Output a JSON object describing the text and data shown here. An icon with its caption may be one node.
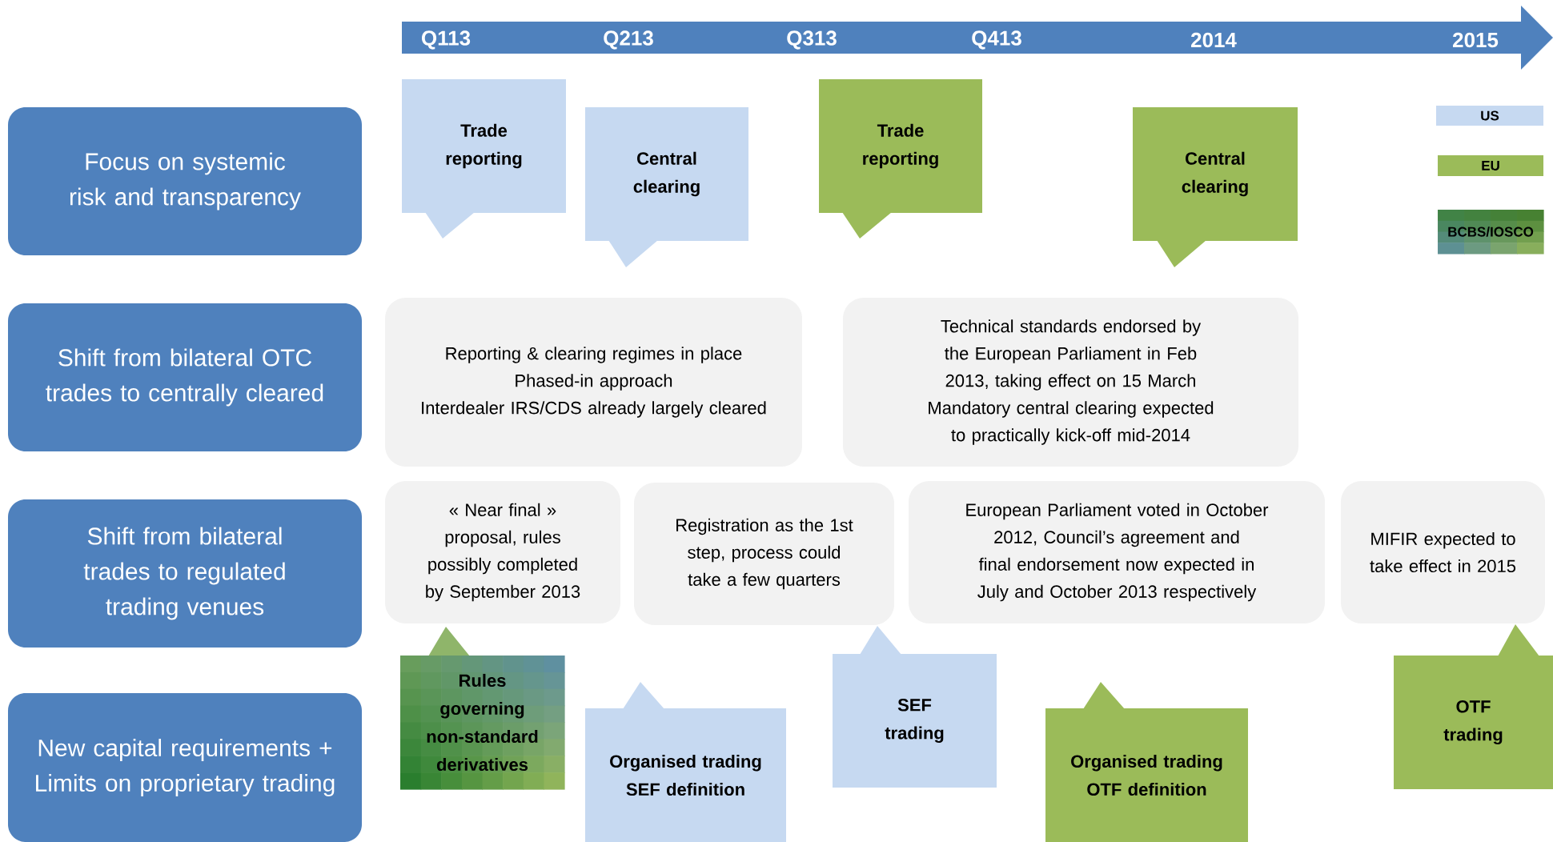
{
  "diagram": {
    "nodes": [
      {
        "text": [
          "Focus on systemic risk and transparency"
        ]
      },
      {
        "text": [
          "Shift from bilateral OTC trades to centrally cleared"
        ]
      },
      {
        "text": [
          "Shift from bilateral trades to regulated trading venues"
        ]
      },
      {
        "text": [
          "New capital requirements + Limits on proprietary trading"
        ]
      },
      {
        "text": [
          "Trade reporting"
        ]
      },
      {
        "text": [
          "Central clearing"
        ]
      },
      {
        "text": [
          "Trade reporting"
        ]
      },
      {
        "text": [
          "Central clearing"
        ]
      },
      {
        "text": [
          "Reporting & clearing regimes in place",
          "Phased-in approach",
          "Interdealer IRS/CDS already largely cleared"
        ]
      },
      {
        "text": [
          "Technical standards endorsed by the European Parliament in Feb 2013, taking effect on 15 March",
          "Mandatory central clearing expected to practically kick-off mid-2014"
        ]
      },
      {
        "text": [
          "« Near final » proposal, rules possibly completed by September 2013"
        ]
      },
      {
        "text": [
          "Registration as the 1st step, process could take a few quarters"
        ]
      },
      {
        "text": [
          "European Parliament voted in October 2012, Council’s agreement and final endorsement now expected in July and October 2013 respectively"
        ]
      },
      {
        "text": [
          "MIFIR expected to take effect in 2015"
        ]
      },
      {
        "text": [
          "Rules governing non-standard derivatives"
        ]
      },
      {
        "text": [
          "Organised trading SEF definition"
        ]
      },
      {
        "text": [
          "SEF trading"
        ]
      },
      {
        "text": [
          "Organised trading OTF definition"
        ]
      },
      {
        "text": [
          "OTF trading"
        ]
      }
    ],
    "labels": [
      "Q113",
      "Q213",
      "Q313",
      "Q413",
      "2014",
      "2015"
    ],
    "legend": [
      {
        "text": "US",
        "color": "#c6d9f1"
      },
      {
        "text": "EU",
        "color": "#9bbb59"
      },
      {
        "text": "BCBS/IOSCO"
      }
    ]
  }
}
